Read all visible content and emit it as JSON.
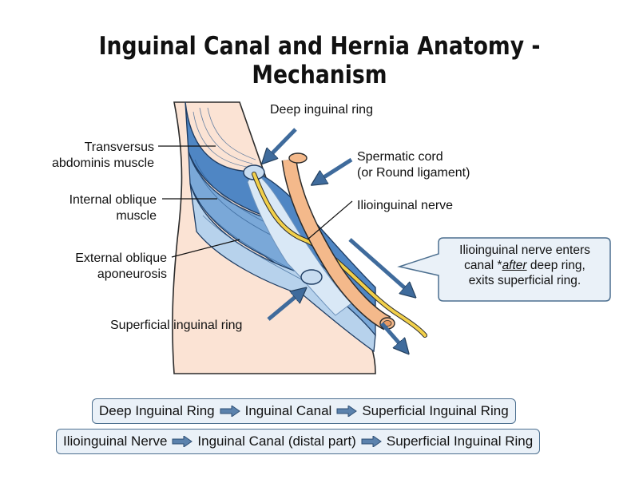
{
  "title": "Inguinal Canal and Hernia Anatomy - Mechanism",
  "labels": {
    "deep_ring": "Deep inguinal ring",
    "transversus_1": "Transversus",
    "transversus_2": "abdominis muscle",
    "internal_oblique_1": "Internal oblique",
    "internal_oblique_2": "muscle",
    "external_oblique_1": "External oblique",
    "external_oblique_2": "aponeurosis",
    "superficial_ring": "Superficial inguinal ring",
    "spermatic_cord_1": "Spermatic cord",
    "spermatic_cord_2": "(or Round ligament)",
    "ilioinguinal_nerve": "Ilioinguinal nerve"
  },
  "callout": {
    "line1": "Ilioinguinal nerve enters",
    "line2_prefix": "canal *",
    "line2_emph": "after",
    "line2_suffix": " deep ring,",
    "line3": "exits superficial ring."
  },
  "flows": [
    {
      "steps": [
        "Deep Inguinal Ring",
        "Inguinal Canal",
        "Superficial Inguinal Ring"
      ]
    },
    {
      "steps": [
        "Ilioinguinal Nerve",
        "Inguinal Canal (distal part)",
        "Superficial Inguinal Ring"
      ]
    }
  ],
  "colors": {
    "muscle_blue": "#5b8fc9",
    "muscle_light": "#a9c8e8",
    "skin": "#fbe3d4",
    "cord": "#f4b98b",
    "nerve": "#f2d04a",
    "arrow": "#3f6b9c"
  }
}
